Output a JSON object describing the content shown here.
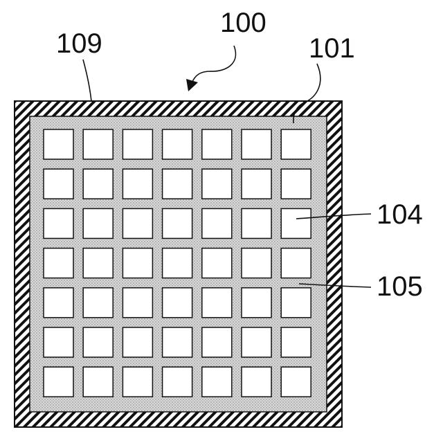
{
  "labels": {
    "device": "100",
    "frame": "109",
    "substrate": "101",
    "pixel": "104",
    "gap": "105"
  },
  "grid": {
    "rows": 7,
    "columns": 7
  },
  "colors": {
    "line": "#111111",
    "stipple_fill": "#d9d9d9",
    "cell_fill": "#ffffff"
  }
}
